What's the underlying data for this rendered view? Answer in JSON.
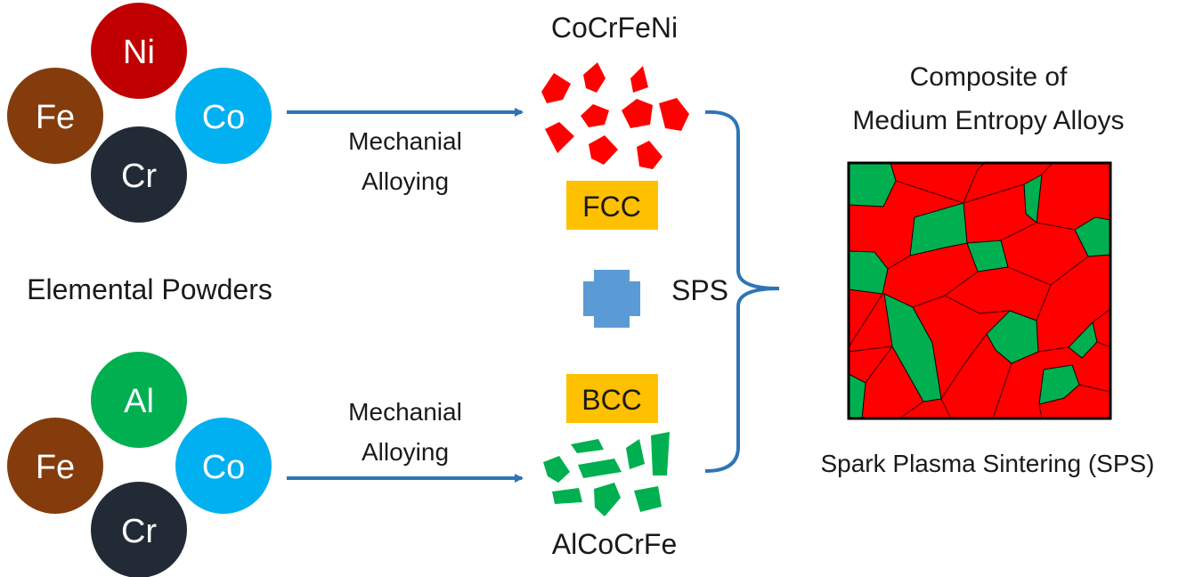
{
  "elemental_powders_label": "Elemental Powders",
  "top_group": {
    "elements": [
      {
        "symbol": "Ni",
        "color": "#c00000"
      },
      {
        "symbol": "Fe",
        "color": "#843c0c"
      },
      {
        "symbol": "Co",
        "color": "#00b0f0"
      },
      {
        "symbol": "Cr",
        "color": "#222a35"
      }
    ],
    "process_line1": "Mechanial",
    "process_line2": "Alloying",
    "alloy_name": "CoCrFeNi",
    "phase": "FCC",
    "particle_color": "#ff0000"
  },
  "bottom_group": {
    "elements": [
      {
        "symbol": "Al",
        "color": "#00b050"
      },
      {
        "symbol": "Fe",
        "color": "#843c0c"
      },
      {
        "symbol": "Co",
        "color": "#00b0f0"
      },
      {
        "symbol": "Cr",
        "color": "#222a35"
      }
    ],
    "process_line1": "Mechanial",
    "process_line2": "Alloying",
    "alloy_name": "AlCoCrFe",
    "phase": "BCC",
    "particle_color": "#00b050"
  },
  "sps_label": "SPS",
  "plus_color": "#5b9bd5",
  "arrow_color": "#2e75b6",
  "phase_box_color": "#ffc000",
  "composite_title_line1": "Composite of",
  "composite_title_line2": "Medium Entropy Alloys",
  "composite_caption": "Spark Plasma Sintering (SPS)",
  "composite_colors": {
    "red_phase": "#ff0000",
    "green_phase": "#00b050"
  }
}
